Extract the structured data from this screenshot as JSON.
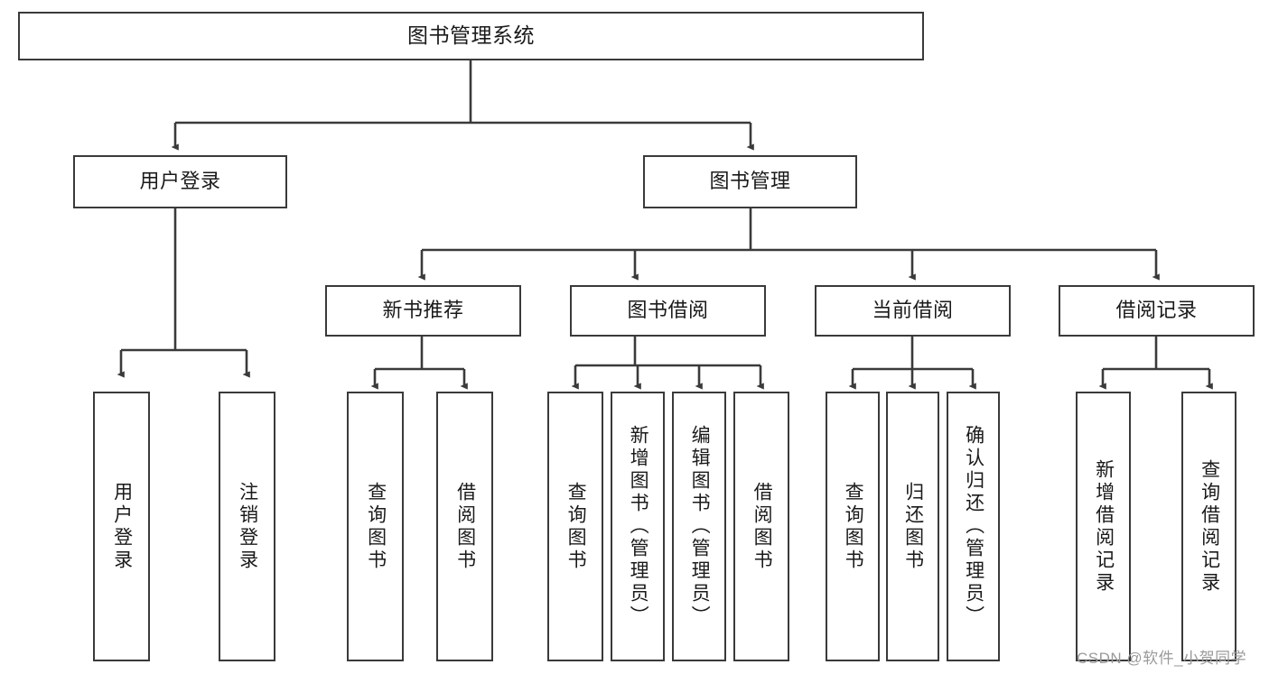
{
  "diagram": {
    "title": "图书管理系统",
    "root": {
      "label": "图书管理系统"
    },
    "level1": [
      {
        "label": "用户登录"
      },
      {
        "label": "图书管理"
      }
    ],
    "level2": [
      {
        "label": "新书推荐"
      },
      {
        "label": "图书借阅"
      },
      {
        "label": "当前借阅"
      },
      {
        "label": "借阅记录"
      }
    ],
    "leaves": {
      "user_login": [
        {
          "label": "用户登录"
        },
        {
          "label": "注销登录"
        }
      ],
      "new_book": [
        {
          "label": "查询图书"
        },
        {
          "label": "借阅图书"
        }
      ],
      "book_borrow": [
        {
          "label": "查询图书"
        },
        {
          "label": "新增图书（管理员）"
        },
        {
          "label": "编辑图书（管理员）"
        },
        {
          "label": "借阅图书"
        }
      ],
      "current_borrow": [
        {
          "label": "查询图书"
        },
        {
          "label": "归还图书"
        },
        {
          "label": "确认归还（管理员）"
        }
      ],
      "borrow_record": [
        {
          "label": "新增借阅记录"
        },
        {
          "label": "查询借阅记录"
        }
      ]
    }
  },
  "watermark": {
    "text": "CSDN @软件_小贺同学"
  },
  "colors": {
    "stroke": "#3a3a3a",
    "background": "#ffffff",
    "text": "#1a1a1a",
    "watermark": "#9a9a9a"
  }
}
